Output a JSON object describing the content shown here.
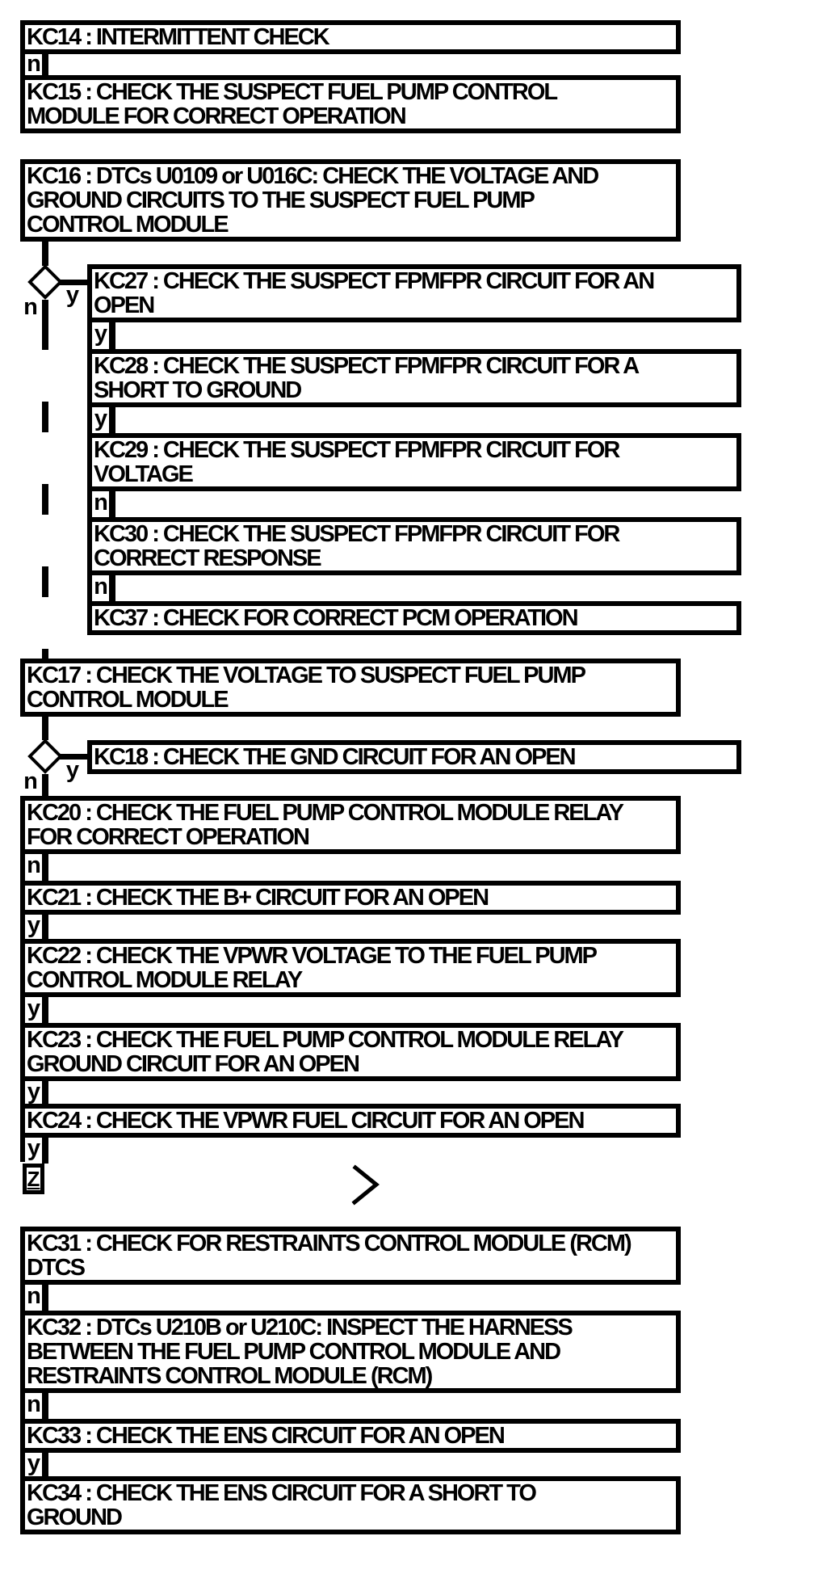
{
  "diagram": {
    "colors": {
      "ink": "#000000",
      "bg": "#ffffff"
    },
    "steps": {
      "kc14": "KC14 : INTERMITTENT CHECK",
      "kc15": "KC15 : CHECK THE SUSPECT FUEL PUMP CONTROL\nMODULE FOR CORRECT OPERATION",
      "kc16": "KC16 : DTCs U0109 or U016C: CHECK THE VOLTAGE AND\nGROUND CIRCUITS TO THE SUSPECT FUEL PUMP\nCONTROL MODULE",
      "kc27": "KC27 : CHECK THE SUSPECT FPMFPR CIRCUIT FOR AN\nOPEN",
      "kc28": "KC28 : CHECK THE SUSPECT FPMFPR CIRCUIT FOR A\nSHORT TO GROUND",
      "kc29": "KC29 : CHECK THE SUSPECT FPMFPR CIRCUIT FOR\nVOLTAGE",
      "kc30": "KC30 : CHECK THE SUSPECT FPMFPR CIRCUIT FOR\nCORRECT RESPONSE",
      "kc37": "KC37 : CHECK FOR CORRECT PCM OPERATION",
      "kc17": "KC17 : CHECK THE VOLTAGE TO SUSPECT FUEL PUMP\nCONTROL MODULE",
      "kc18": "KC18 : CHECK THE GND CIRCUIT FOR AN OPEN",
      "kc20": "KC20 : CHECK THE FUEL PUMP CONTROL MODULE RELAY\nFOR CORRECT OPERATION",
      "kc21": "KC21 : CHECK THE B+ CIRCUIT FOR AN OPEN",
      "kc22": "KC22 : CHECK THE VPWR VOLTAGE TO THE FUEL PUMP\nCONTROL MODULE RELAY",
      "kc23": "KC23 : CHECK THE FUEL PUMP CONTROL MODULE RELAY\nGROUND CIRCUIT FOR AN OPEN",
      "kc24": "KC24 : CHECK THE VPWR FUEL CIRCUIT FOR AN OPEN",
      "kc31": "KC31 : CHECK FOR RESTRAINTS CONTROL MODULE (RCM)\nDTCS",
      "kc32": "KC32 : DTCs U210B or U210C: INSPECT THE HARNESS\nBETWEEN THE FUEL PUMP CONTROL MODULE AND\nRESTRAINTS CONTROL MODULE (RCM)",
      "kc33": "KC33 : CHECK THE ENS CIRCUIT FOR AN OPEN",
      "kc34": "KC34 : CHECK THE ENS CIRCUIT FOR A SHORT TO\nGROUND"
    },
    "branch_labels": {
      "after_kc14": "n",
      "d1_yes": "y",
      "d1_no": "n",
      "after_kc27": "y",
      "after_kc28": "y",
      "after_kc29": "n",
      "after_kc30": "n",
      "d2_yes": "y",
      "d2_no": "n",
      "after_kc20": "n",
      "after_kc21": "y",
      "after_kc22": "y",
      "after_kc23": "y",
      "after_kc24": "y",
      "after_kc31": "n",
      "after_kc32": "n",
      "after_kc33": "y"
    },
    "offpage_connector": "Z"
  }
}
